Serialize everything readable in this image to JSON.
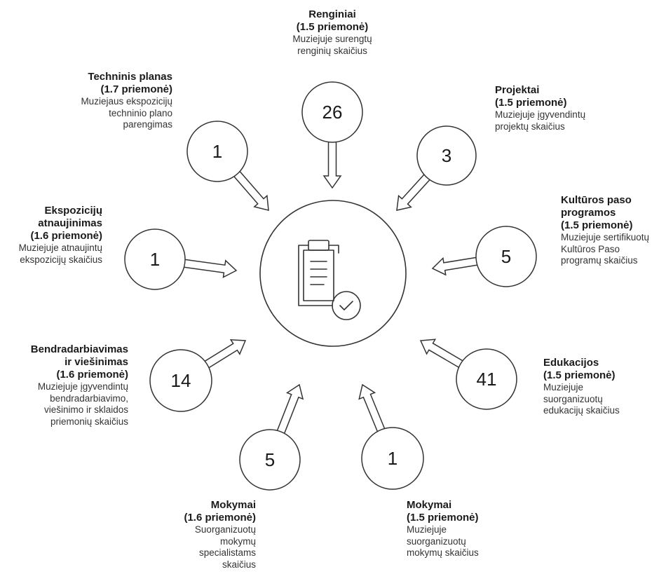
{
  "measures": [
    {
      "id": "renginiai",
      "value": "26",
      "title": [
        "Renginiai"
      ],
      "subtitle": "(1.5 priemonė)",
      "description": [
        "Muziejuje surengtų",
        "renginių skaičius"
      ]
    },
    {
      "id": "projektai",
      "value": "3",
      "title": [
        "Projektai"
      ],
      "subtitle": "(1.5 priemonė)",
      "description": [
        "Muziejuje įgyvendintų",
        "projektų skaičius"
      ]
    },
    {
      "id": "kulturos-pasas",
      "value": "5",
      "title": [
        "Kultūros paso",
        "programos"
      ],
      "subtitle": "(1.5 priemonė)",
      "description": [
        "Muziejuje sertifikuotų",
        "Kultūros Paso",
        "programų skaičius"
      ]
    },
    {
      "id": "edukacijos",
      "value": "41",
      "title": [
        "Edukacijos"
      ],
      "subtitle": "(1.5 priemonė)",
      "description": [
        "Muziejuje",
        "suorganizuotų",
        "edukacijų skaičius"
      ]
    },
    {
      "id": "mokymai-15",
      "value": "1",
      "title": [
        "Mokymai"
      ],
      "subtitle": "(1.5 priemonė)",
      "description": [
        "Muziejuje",
        "suorganizuotų",
        "mokymų skaičius"
      ]
    },
    {
      "id": "mokymai-16",
      "value": "5",
      "title": [
        "Mokymai"
      ],
      "subtitle": "(1.6 priemonė)",
      "description": [
        "Suorganizuotų",
        "mokymų",
        "specialistams",
        "skaičius"
      ]
    },
    {
      "id": "bendradarbiavimas",
      "value": "14",
      "title": [
        "Bendradarbiavimas",
        "ir viešinimas"
      ],
      "subtitle": "(1.6 priemonė)",
      "description": [
        "Muziejuje įgyvendintų",
        "bendradarbiavimo,",
        "viešinimo ir sklaidos",
        "priemonių skaičius"
      ]
    },
    {
      "id": "ekspoziciju-atnaujinimas",
      "value": "1",
      "title": [
        "Ekspozicijų",
        "atnaujinimas"
      ],
      "subtitle": "(1.6 priemonė)",
      "description": [
        "Muziejuje atnaujintų",
        "ekspozicijų skaičius"
      ]
    },
    {
      "id": "techninis-planas",
      "value": "1",
      "title": [
        "Techninis planas"
      ],
      "subtitle": "(1.7 priemonė)",
      "description": [
        "Muziejaus ekspozicijų",
        "techninio plano",
        "parengimas"
      ]
    }
  ],
  "center_icon": "clipboard-check-icon"
}
